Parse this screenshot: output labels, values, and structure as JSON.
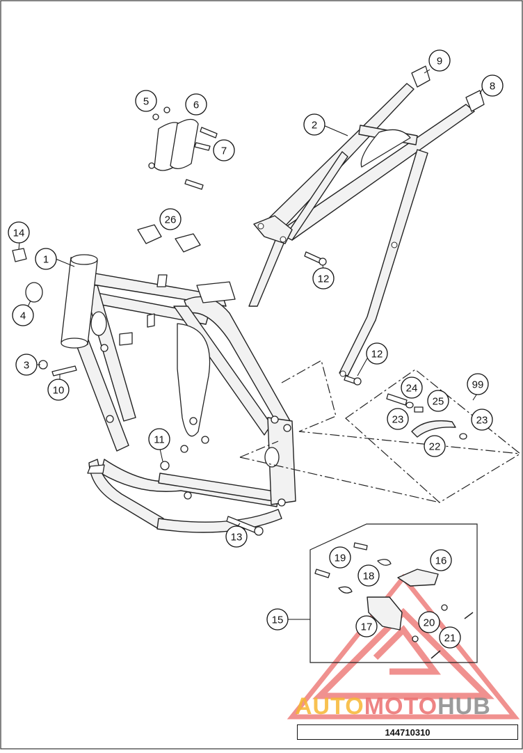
{
  "diagram": {
    "callouts": [
      "1",
      "2",
      "3",
      "4",
      "5",
      "6",
      "7",
      "8",
      "9",
      "10",
      "11",
      "12",
      "12",
      "13",
      "14",
      "15",
      "16",
      "17",
      "18",
      "19",
      "20",
      "21",
      "22",
      "23",
      "23",
      "24",
      "25",
      "26",
      "99"
    ],
    "reference_number": "144710310",
    "watermark": {
      "part1": "AUTO",
      "part2": "MOTO",
      "part3": "HUB",
      "colors": {
        "auto": "#f7b733",
        "moto": "#ec6f6f",
        "hub": "#8a8a8a",
        "triangle": "#e53935"
      }
    }
  }
}
